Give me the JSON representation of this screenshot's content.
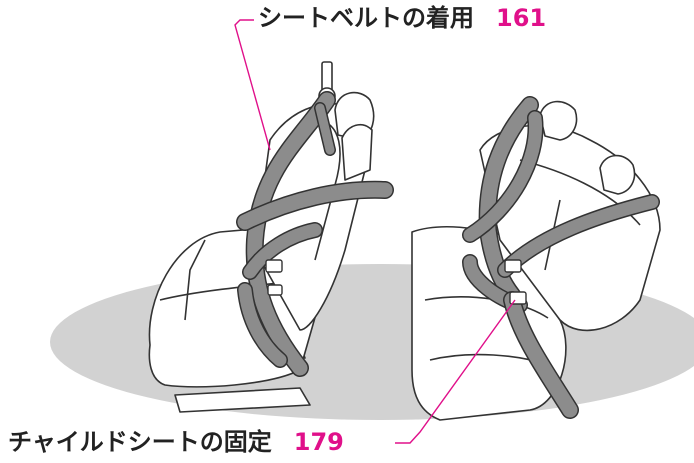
{
  "callouts": {
    "seatbelt": {
      "text": "シートベルトの着用",
      "page": "161"
    },
    "childseat": {
      "text": "チャイルドシートの固定",
      "page": "179"
    }
  },
  "colors": {
    "accent": "#e0108a",
    "floor": "#d2d2d2",
    "belt": "#8c8c8c",
    "outline": "#333333"
  },
  "icons": [
    "left-seat-illustration",
    "right-seat-illustration",
    "seatbelt-illustration"
  ]
}
